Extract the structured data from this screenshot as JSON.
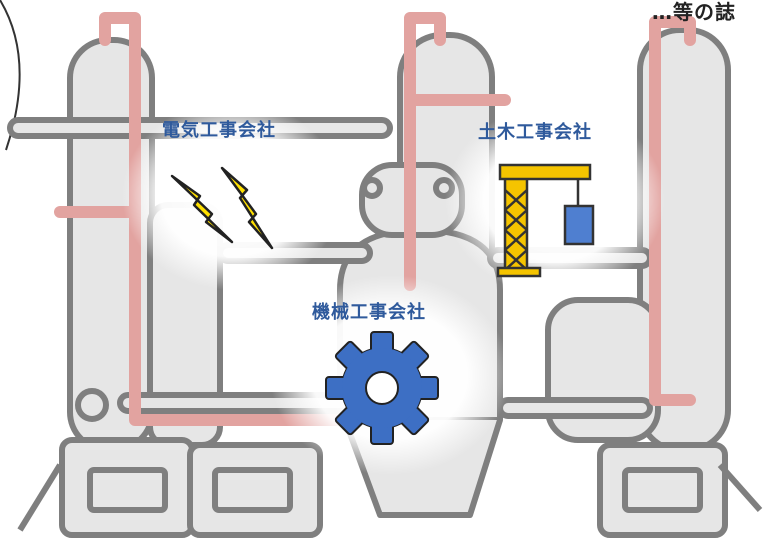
{
  "labels": {
    "electric": "電気工事会社",
    "civil": "土木工事会社",
    "mechanical": "機械工事会社",
    "top_partial": "…等の誌"
  },
  "colors": {
    "plant_fill": "#e6e6e6",
    "plant_stroke": "#7f7f7f",
    "pipe": "#e2a3a0",
    "pipe_edge": "#c97f7b",
    "label_blue": "#2f5a9c",
    "gear_blue": "#3d6fc4",
    "bolt_yellow": "#ffe000",
    "crane_yellow": "#f5c400",
    "hook_block": "#4f7fd0"
  },
  "icons": [
    "lightning-bolt-icon",
    "crane-icon",
    "gear-icon"
  ]
}
